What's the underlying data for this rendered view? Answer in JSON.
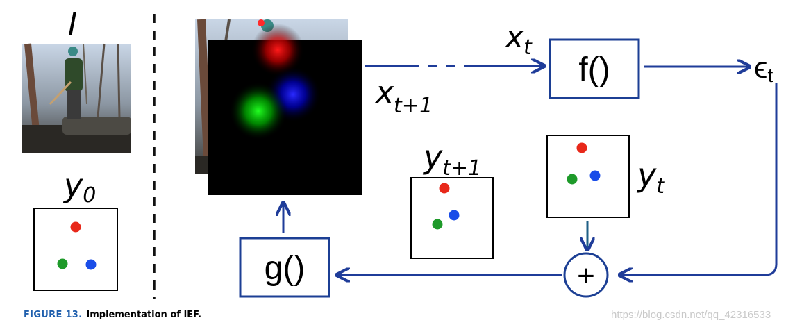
{
  "labels": {
    "image": "I",
    "y0": "y",
    "y0_sub": "0",
    "xt": "x",
    "xt_sub": "t",
    "xt1": "x",
    "xt1_sub": "t+1",
    "yt1": "y",
    "yt1_sub": "t+1",
    "yt": "y",
    "yt_sub": "t",
    "f": "f()",
    "g": "g()",
    "eps": "ϵ",
    "eps_sub": "t",
    "plus": "+"
  },
  "caption": {
    "figure": "FIGURE 13.",
    "text": "Implementation of IEF."
  },
  "watermark": "https://blog.csdn.net/qq_42316533",
  "colors": {
    "arrow": "#1f3c99",
    "box": "#1c3f94",
    "red": "#e8281a",
    "green": "#1e9a2a",
    "blue": "#1a4de8"
  }
}
